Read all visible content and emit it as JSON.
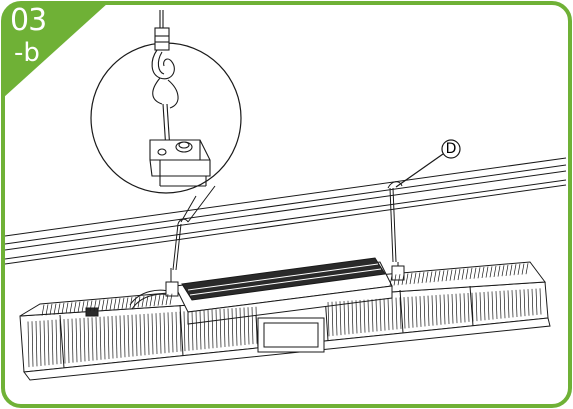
{
  "step_badge": {
    "number": "03",
    "suffix": "-b"
  },
  "callout": {
    "label": "D"
  },
  "colors": {
    "accent_green": "#6fb136",
    "line": "#1a1a1a",
    "background": "#ffffff"
  }
}
